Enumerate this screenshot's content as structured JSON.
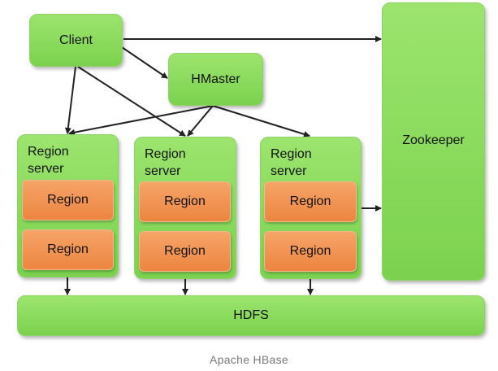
{
  "client": {
    "label": "Client"
  },
  "hmaster": {
    "label": "HMaster"
  },
  "zookeeper": {
    "label": "Zookeeper"
  },
  "hdfs": {
    "label": "HDFS"
  },
  "region_servers": [
    {
      "label": "Region\nserver",
      "regions": [
        "Region",
        "Region"
      ]
    },
    {
      "label": "Region\nserver",
      "regions": [
        "Region",
        "Region"
      ]
    },
    {
      "label": "Region\nserver",
      "regions": [
        "Region",
        "Region"
      ]
    }
  ],
  "caption": "Apache HBase",
  "colors": {
    "box_green": "#7bd24e",
    "region_orange": "#ec8540",
    "arrow": "#222222"
  }
}
